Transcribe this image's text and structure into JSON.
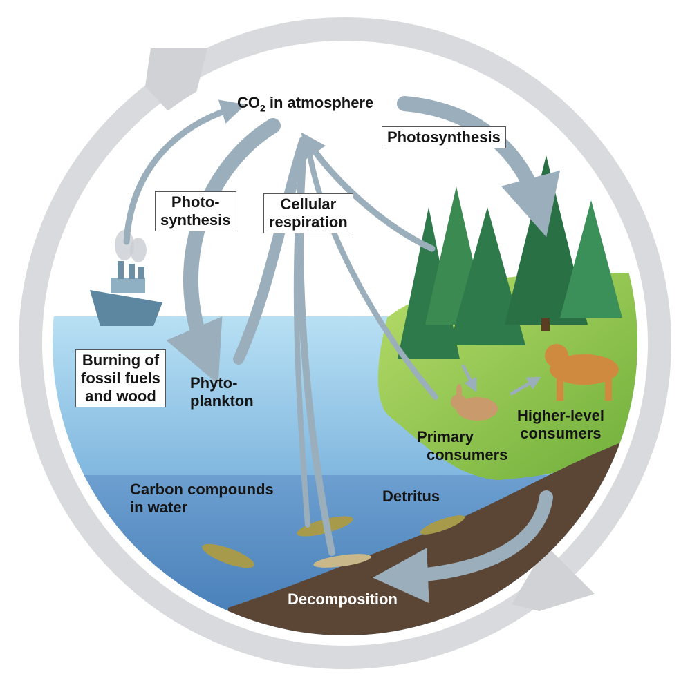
{
  "labels": {
    "co2": "CO",
    "co2_sub": "2",
    "co2_rest": " in atmosphere",
    "photosynthesis_land": "Photosynthesis",
    "photosynthesis_water_1": "Photo-",
    "photosynthesis_water_2": "synthesis",
    "cellular_respiration_1": "Cellular",
    "cellular_respiration_2": "respiration",
    "burning_1": "Burning of",
    "burning_2": "fossil fuels",
    "burning_3": "and wood",
    "phytoplankton_1": "Phyto-",
    "phytoplankton_2": "plankton",
    "primary_consumers_1": "Primary",
    "primary_consumers_2": "consumers",
    "higher_consumers_1": "Higher-level",
    "higher_consumers_2": "consumers",
    "carbon_compounds_1": "Carbon compounds",
    "carbon_compounds_2": "in water",
    "detritus": "Detritus",
    "decomposition": "Decomposition"
  },
  "colors": {
    "outer_ring": "#d4d6da",
    "arrow": "#9aaebb",
    "sky": "#ffffff",
    "water_surface": "#9fd0ec",
    "water_deep": "#5f92c6",
    "land": "#8fc63f",
    "soil": "#5b4636",
    "tree": "#2f7a4a"
  }
}
